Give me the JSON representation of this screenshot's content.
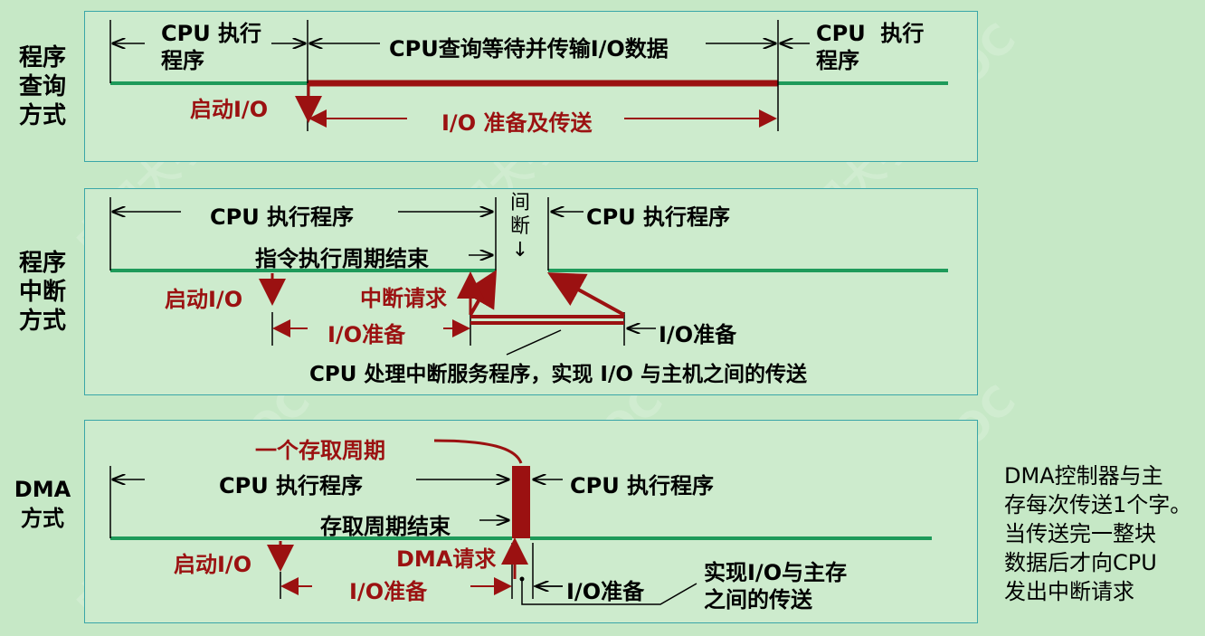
{
  "rows": {
    "polling": {
      "title": "程序\n查询\n方式",
      "cpu_exec_left": "CPU 执行\n程序",
      "cpu_wait": "CPU查询等待并传输I/O数据",
      "cpu_exec_right": "CPU  执行\n程序",
      "start_io": "启动I/O",
      "io_prep_transfer": "I/O 准备及传送"
    },
    "interrupt": {
      "title": "程序\n中断\n方式",
      "cpu_exec_left": "CPU  执行程序",
      "break_label": "间\n断\n↓",
      "cpu_exec_right": "CPU  执行程序",
      "instr_end": "指令执行周期结束",
      "start_io": "启动I/O",
      "int_request": "中断请求",
      "io_prep_left": "I/O准备",
      "io_prep_right": "I/O准备",
      "isr_note": "CPU 处理中断服务程序，实现 I/O 与主机之间的传送"
    },
    "dma": {
      "title": "DMA\n方式",
      "access_cycle": "一个存取周期",
      "cpu_exec_left": "CPU  执行程序",
      "cpu_exec_right": "CPU  执行程序",
      "access_end": "存取周期结束",
      "start_io": "启动I/O",
      "dma_request": "DMA请求",
      "io_prep_left": "I/O准备",
      "io_prep_right": "I/O准备",
      "transfer_note": "实现I/O与主存\n之间的传送"
    }
  },
  "side_note": "DMA控制器与主\n存每次传送1个字。\n当传送完一整块\n数据后才向CPU\n发出中断请求",
  "colors": {
    "background": "#c6e8c6",
    "panel_border": "#3aa6a8",
    "cpu_line": "#1e9a5a",
    "io_red": "#9b1111"
  },
  "watermark": "中国大学MOOC"
}
